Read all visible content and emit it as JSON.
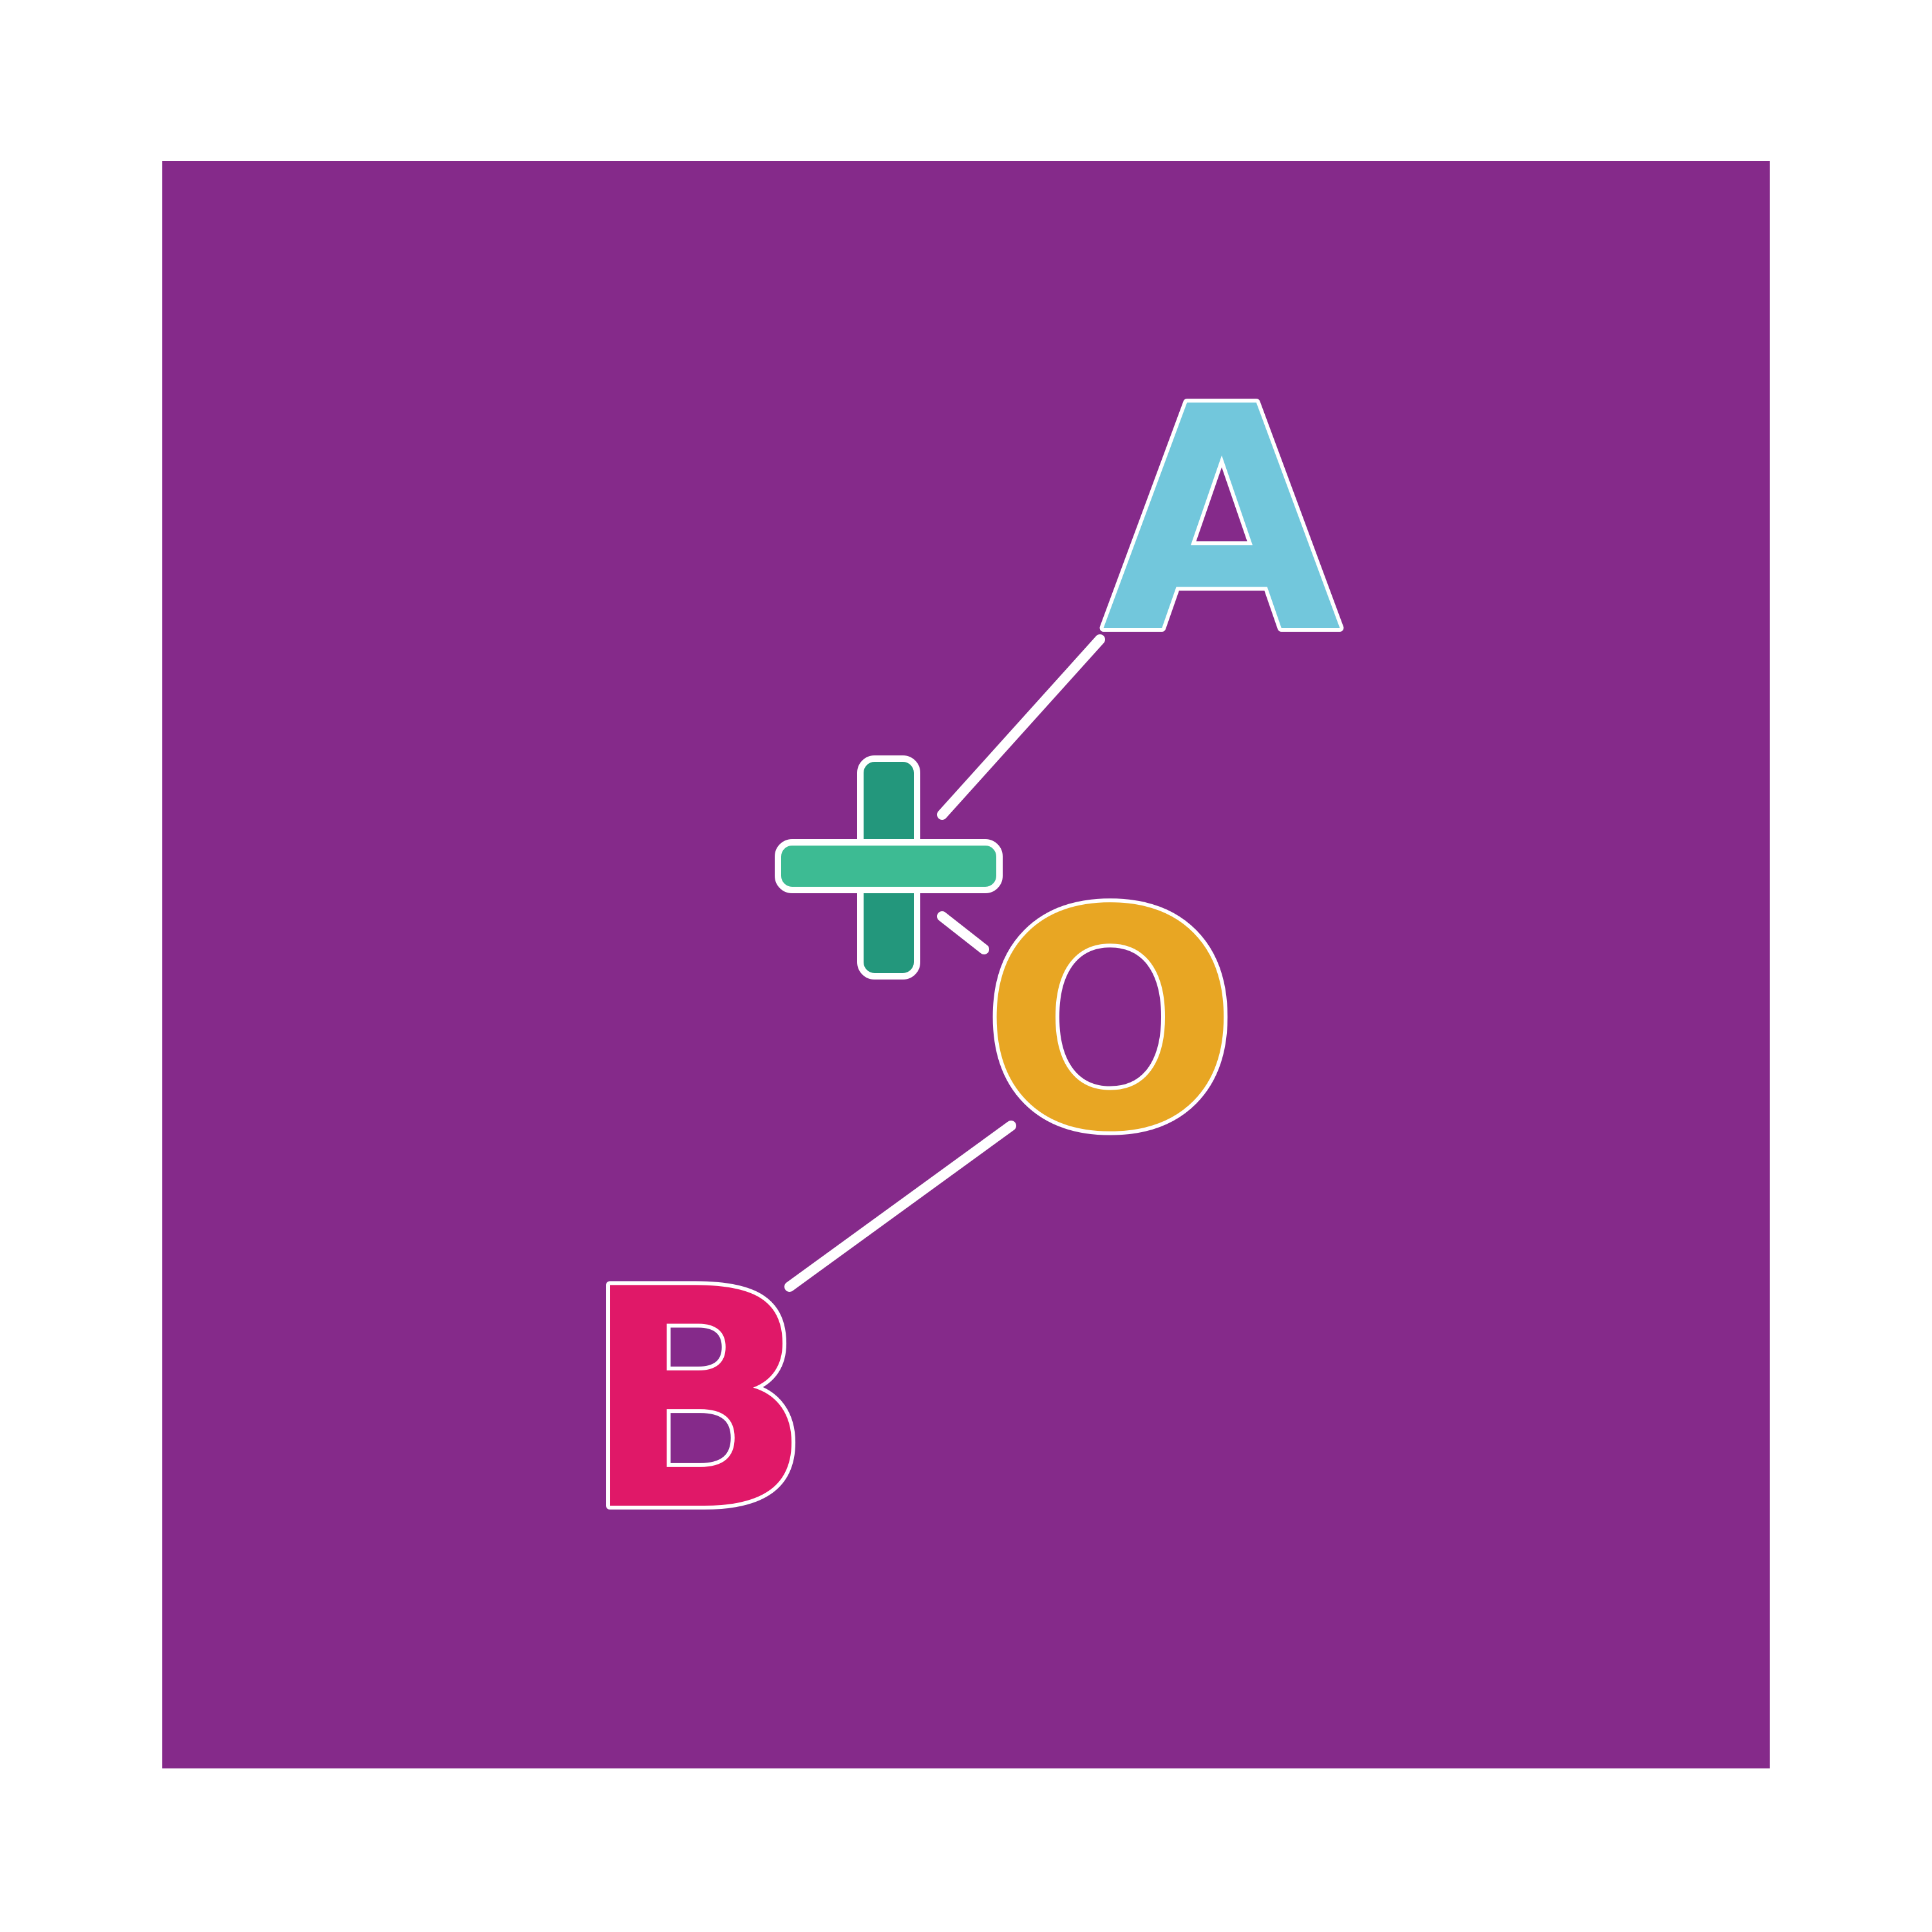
{
  "colors": {
    "background": "#ffffff",
    "panel": "#852A8A",
    "letter_a": "#72C7DC",
    "letter_b": "#E01868",
    "letter_o": "#E8A623",
    "plus_horizontal": "#3DBB93",
    "plus_vertical": "#23977C",
    "connector": "#FFFFFF"
  },
  "glyphs": {
    "a": "A",
    "b": "B",
    "o": "O"
  },
  "icons": {
    "plus": "plus-icon"
  }
}
